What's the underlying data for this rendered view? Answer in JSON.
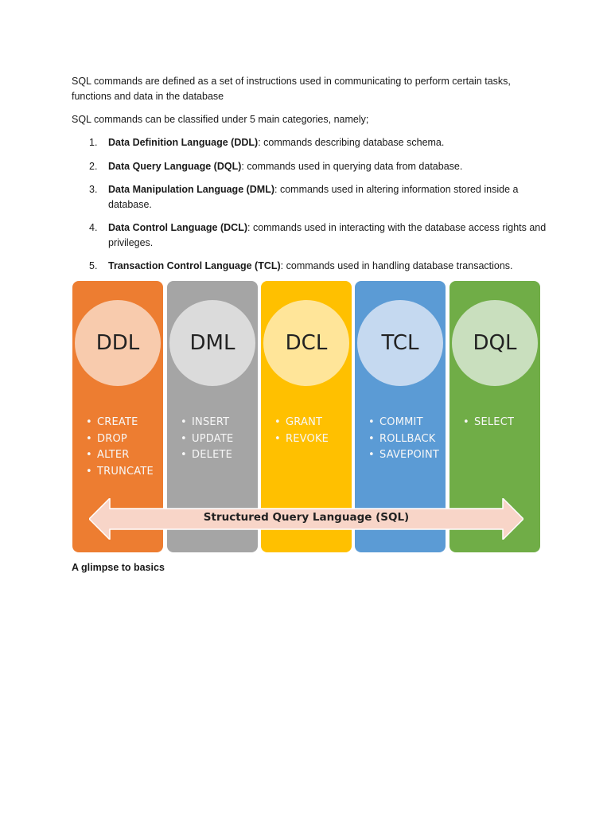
{
  "intro": {
    "paragraph1": "SQL commands are defined as a set of instructions used in communicating to perform certain tasks, functions and data in the database",
    "paragraph2": "SQL commands can be classified under 5 main categories, namely;"
  },
  "categories": [
    {
      "number": "1.",
      "term": "Data Definition Language (DDL)",
      "description": ": commands describing database schema."
    },
    {
      "number": "2.",
      "term": "Data Query Language (DQL)",
      "description": ": commands used in querying data from database."
    },
    {
      "number": "3.",
      "term": "Data Manipulation Language (DML)",
      "description": ": commands used in altering information stored inside a database."
    },
    {
      "number": "4.",
      "term": "Data Control Language (DCL)",
      "description": ": commands used in interacting with the database access rights and privileges."
    },
    {
      "number": "5.",
      "term": "Transaction Control Language (TCL)",
      "description": ": commands used in handling database transactions."
    }
  ],
  "diagram": {
    "columns": [
      {
        "abbr": "DDL",
        "color": "#ed7d31",
        "circle_color": "#f8cbad",
        "commands": [
          "CREATE",
          "DROP",
          "ALTER",
          "TRUNCATE"
        ]
      },
      {
        "abbr": "DML",
        "color": "#a5a5a5",
        "circle_color": "#dbdbdb",
        "commands": [
          "INSERT",
          "UPDATE",
          "DELETE"
        ]
      },
      {
        "abbr": "DCL",
        "color": "#ffc000",
        "circle_color": "#ffe599",
        "commands": [
          "GRANT",
          "REVOKE"
        ]
      },
      {
        "abbr": "TCL",
        "color": "#5b9bd5",
        "circle_color": "#c5d9f0",
        "commands": [
          "COMMIT",
          "ROLLBACK",
          "SAVEPOINT"
        ]
      },
      {
        "abbr": "DQL",
        "color": "#70ad47",
        "circle_color": "#c9dfbe",
        "commands": [
          "SELECT"
        ]
      }
    ],
    "arrow_label": "Structured Query Language (SQL)",
    "arrow_color": "#f8d5c8"
  },
  "caption": "A glimpse to basics"
}
